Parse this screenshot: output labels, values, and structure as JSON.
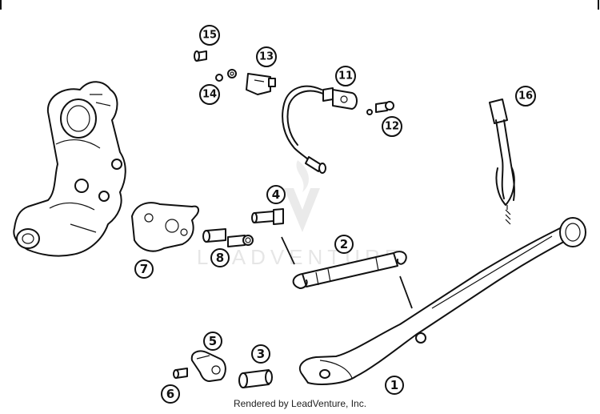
{
  "diagram": {
    "watermark": "LEADVENTURE",
    "credit": "Rendered by LeadVenture, Inc.",
    "callouts": [
      "1",
      "2",
      "3",
      "4",
      "5",
      "6",
      "7",
      "8",
      "11",
      "12",
      "13",
      "14",
      "15",
      "16"
    ]
  }
}
